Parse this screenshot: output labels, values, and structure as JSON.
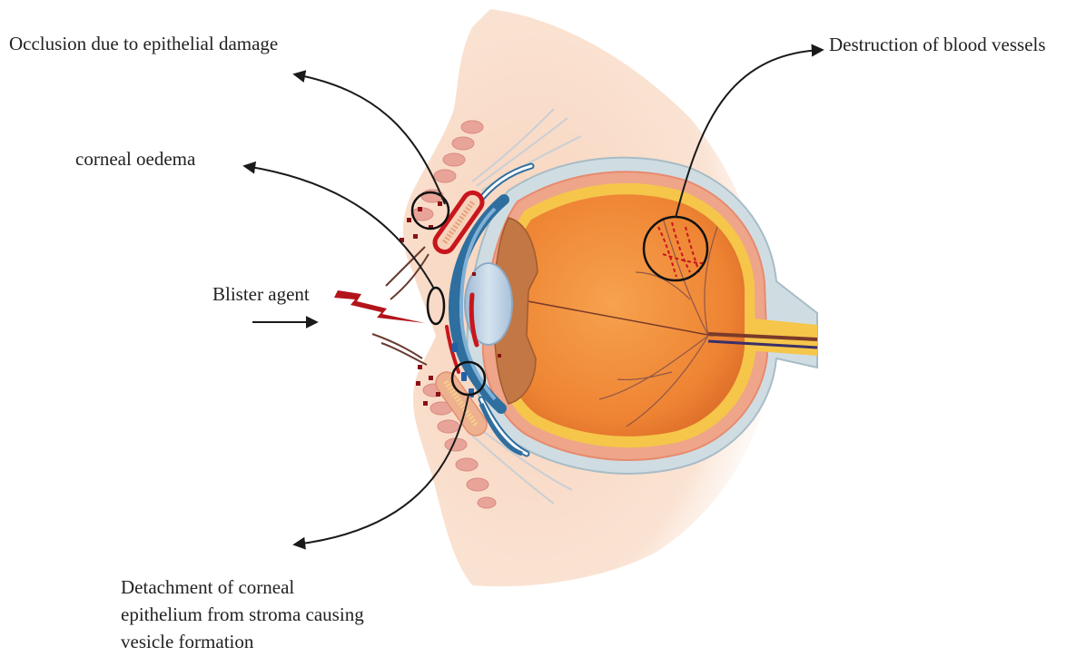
{
  "labels": {
    "occlusion": "Occlusion due to epithelial damage",
    "corneal_oedema": "corneal oedema",
    "blister_agent": "Blister agent",
    "destruction": "Destruction of blood vessels",
    "detachment": [
      "Detachment of corneal",
      "epithelium from stroma causing",
      "vesicle formation"
    ]
  },
  "colors": {
    "skin": "#f7d9c4",
    "sclera": "#cfdde3",
    "choroid_outline": "#e88a6e",
    "retina": "#f7c84a",
    "eyeball": "#f28c3a",
    "lens": "#b9cde0",
    "cornea": "#2f6f9f",
    "blister_bolt": "#b3141b",
    "damage_red": "#c8161d",
    "arrow": "#1a1a1a"
  }
}
